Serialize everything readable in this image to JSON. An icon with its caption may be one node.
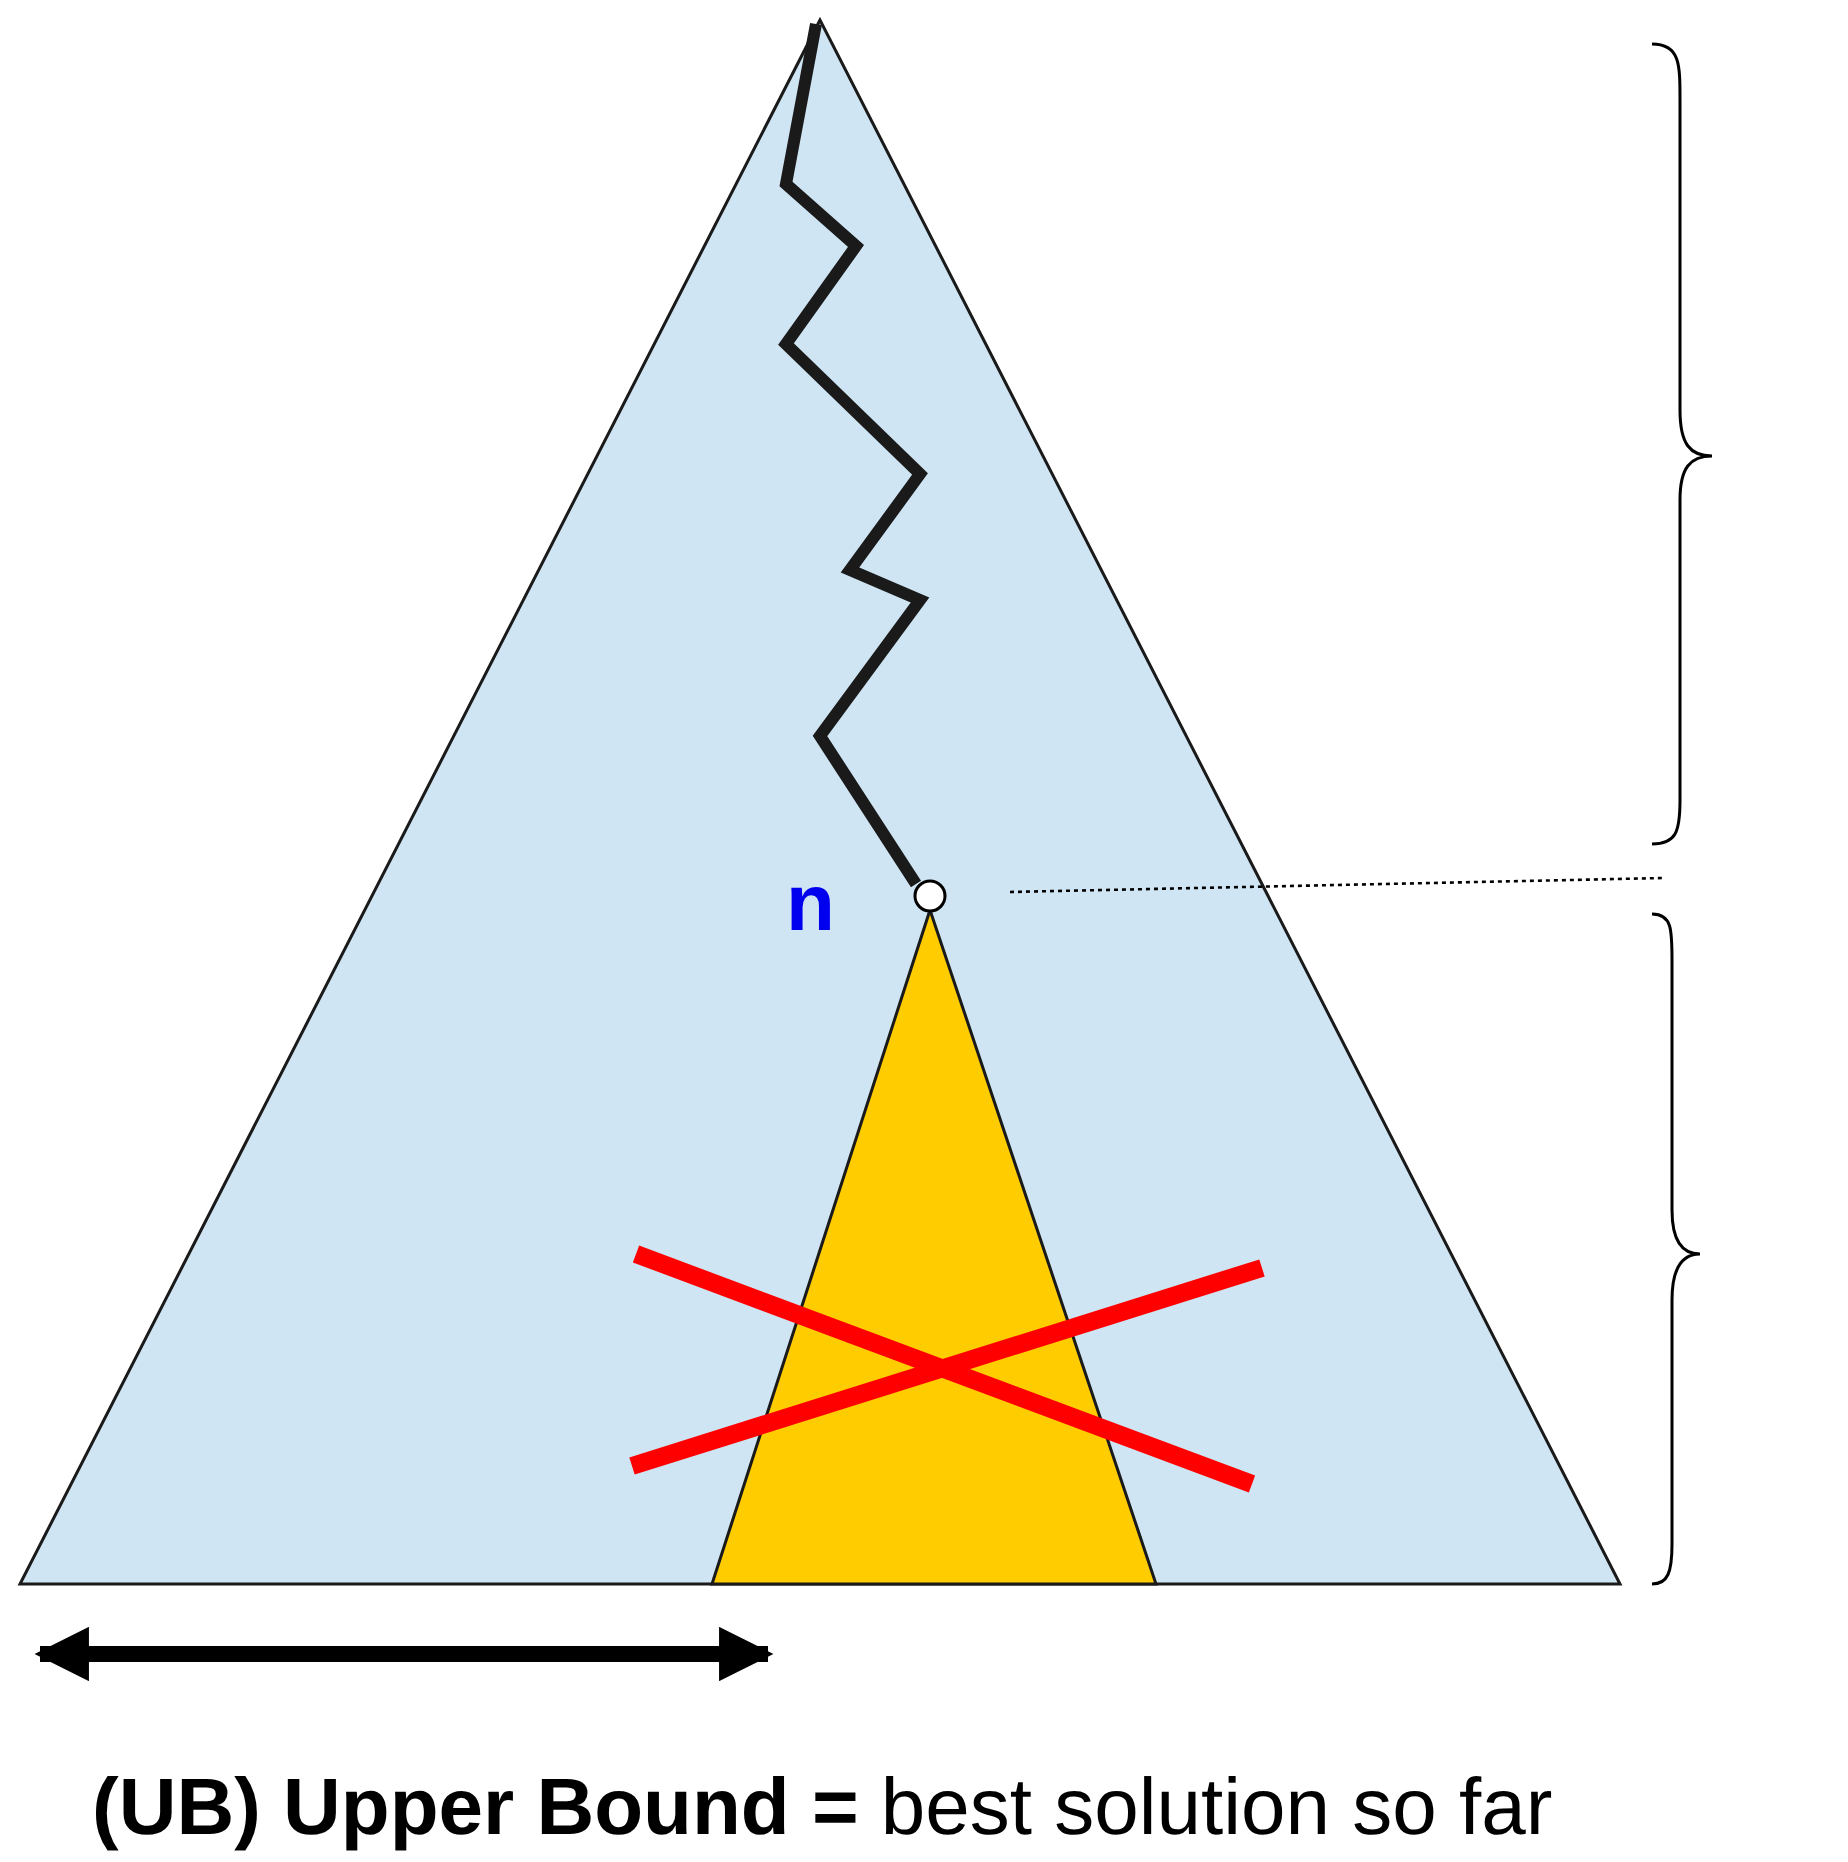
{
  "diagram": {
    "nodes": [
      {
        "text": [],
        "shape": "circle"
      },
      {
        "text": [],
        "shape": "triangle"
      }
    ],
    "labels": [
      "n"
    ],
    "caption": "**(UB) Upper Bound =** best solution so far"
  }
}
